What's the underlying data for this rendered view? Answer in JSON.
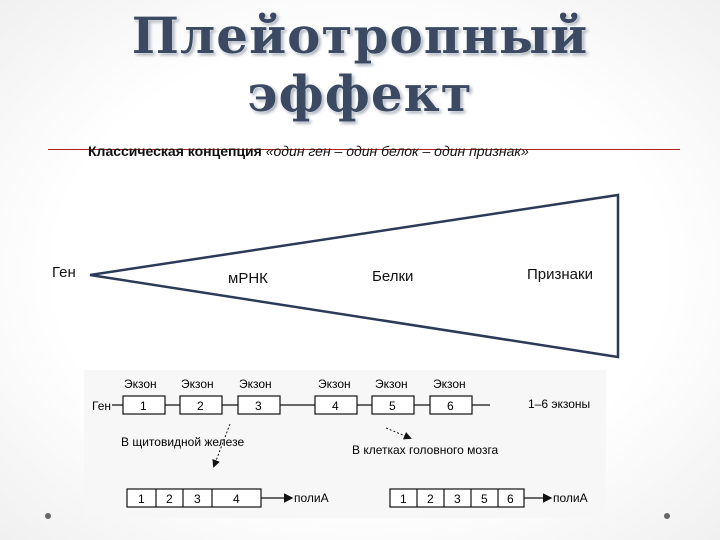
{
  "title": {
    "line1": "Плейотропный",
    "line2": "эффект"
  },
  "concept": {
    "prefix": "Классическая концепция ",
    "quote": "«один ген – один белок – один признак»"
  },
  "funnel": {
    "labels": [
      "Ген",
      "мРНК",
      "Белки",
      "Признаки"
    ]
  },
  "gene_diagram": {
    "exon_label": "Экзон",
    "gene_label": "Ген",
    "exons": [
      "1",
      "2",
      "3",
      "4",
      "5",
      "6"
    ],
    "exon_count_note": "1–6 экзоны",
    "thyroid_note": "В щитовидной железе",
    "brain_note": "В клетках головного мозга",
    "product_thyroid": [
      "1",
      "2",
      "3",
      "4"
    ],
    "product_brain": [
      "1",
      "2",
      "3",
      "5",
      "6"
    ],
    "polyA": "полиА"
  },
  "colors": {
    "title": "#3b4a62",
    "funnel_stroke": "#2b3a57",
    "rule": "#b02020"
  }
}
